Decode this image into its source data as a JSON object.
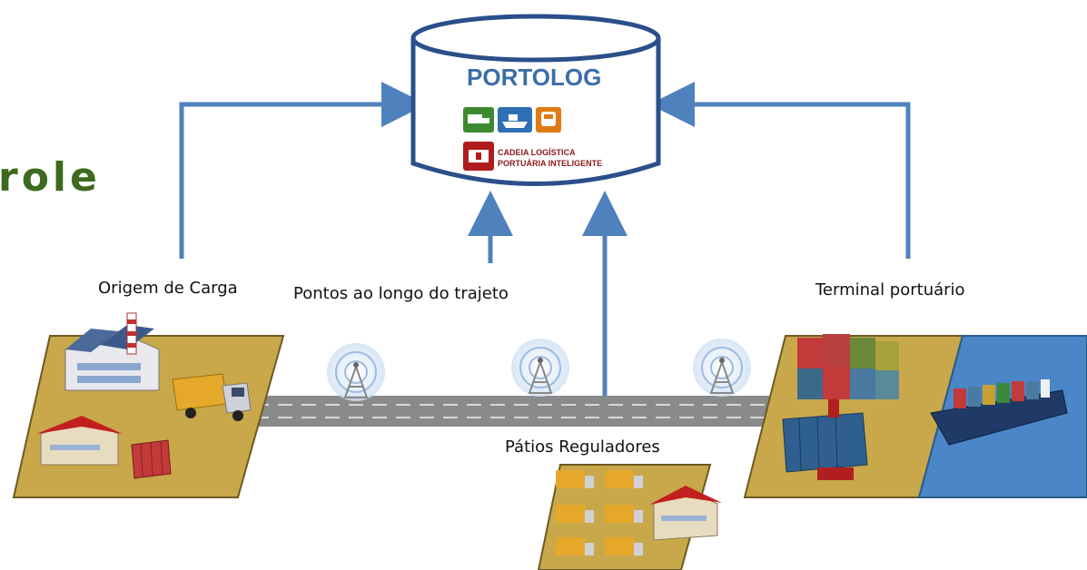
{
  "page": {
    "title_fragment": "role"
  },
  "database": {
    "name": "PORTOLOG",
    "subtitle_line1": "CADEIA LOGÍSTICA",
    "subtitle_line2": "PORTUÁRIA INTELIGENTE",
    "icons": [
      "truck-icon",
      "ship-icon",
      "train-icon",
      "container-icon"
    ]
  },
  "nodes": {
    "origin": {
      "label": "Origem de Carga"
    },
    "route": {
      "label": "Pontos ao longo do trajeto"
    },
    "yards": {
      "label": "Pátios Reguladores"
    },
    "terminal": {
      "label": "Terminal portuário"
    }
  },
  "colors": {
    "arrow": "#4f81bd",
    "ground": "#c8a84a",
    "water": "#4a86c8",
    "road": "#7f7f7f",
    "title": "#3d6a1e"
  }
}
